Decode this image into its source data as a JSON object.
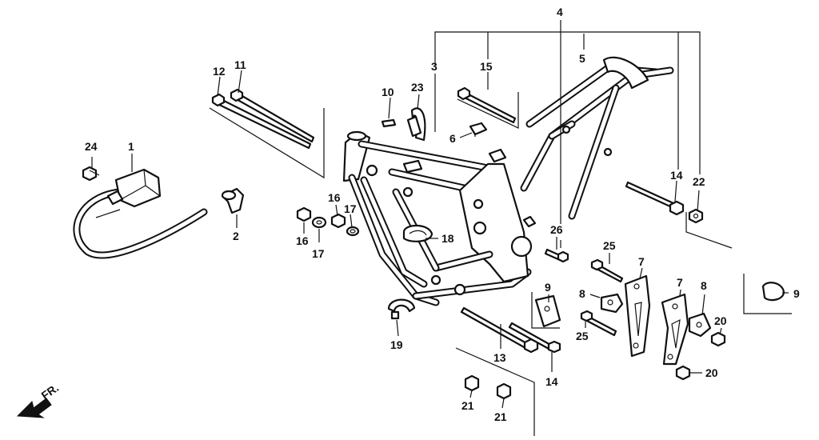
{
  "labels": {
    "l1": "1",
    "l2": "2",
    "l3": "3",
    "l4": "4",
    "l5": "5",
    "l6": "6",
    "l7a": "7",
    "l7b": "7",
    "l8a": "8",
    "l8b": "8",
    "l9a": "9",
    "l9b": "9",
    "l10": "10",
    "l11": "11",
    "l12": "12",
    "l13": "13",
    "l14a": "14",
    "l14b": "14",
    "l15": "15",
    "l16a": "16",
    "l16b": "16",
    "l17a": "17",
    "l17b": "17",
    "l18": "18",
    "l19": "19",
    "l20a": "20",
    "l20b": "20",
    "l21a": "21",
    "l21b": "21",
    "l22": "22",
    "l23": "23",
    "l24": "24",
    "l25a": "25",
    "l25b": "25",
    "l26": "26"
  },
  "front_indicator": "FR."
}
